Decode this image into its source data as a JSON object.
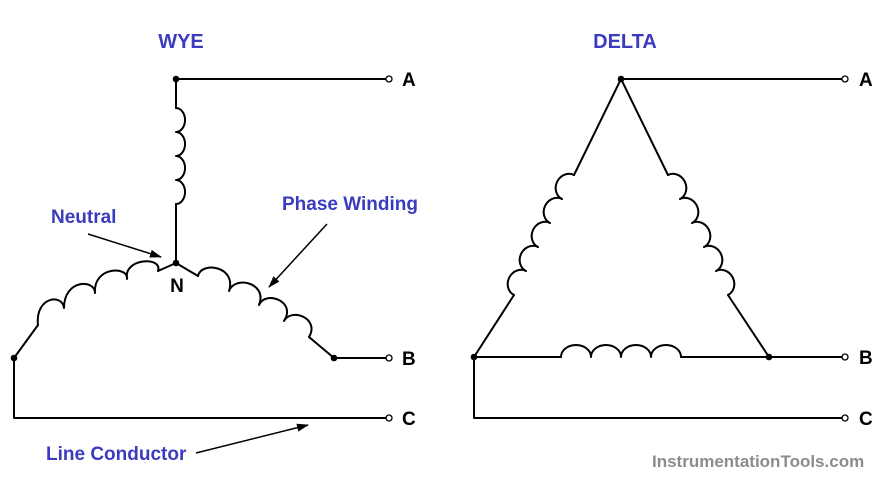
{
  "colors": {
    "accent_blue": "#3b3bbf",
    "watermark_gray": "#8c8c8c",
    "wire": "#000000"
  },
  "wye": {
    "title": "WYE",
    "neutral_point": "N",
    "annotations": {
      "neutral": "Neutral",
      "phase_winding": "Phase Winding",
      "line_conductor": "Line Conductor"
    },
    "terminals": [
      "A",
      "B",
      "C"
    ]
  },
  "delta": {
    "title": "DELTA",
    "terminals": [
      "A",
      "B",
      "C"
    ]
  },
  "watermark": "InstrumentationTools.com"
}
